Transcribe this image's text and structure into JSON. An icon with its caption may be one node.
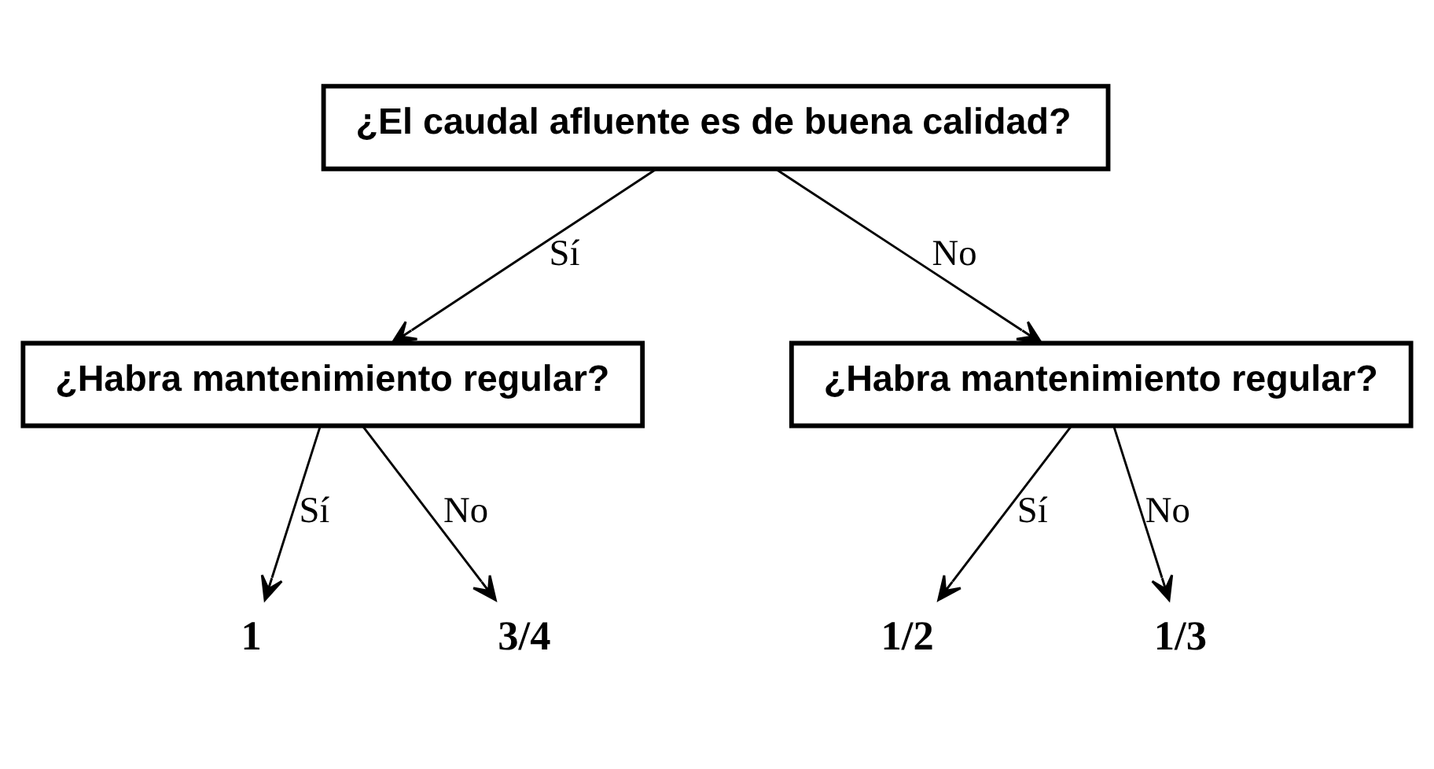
{
  "diagram": {
    "nodes": [
      {
        "text": [
          "¿El caudal afluente es de buena calidad?"
        ]
      },
      {
        "text": [
          "¿Habra mantenimiento regular?"
        ]
      },
      {
        "text": [
          "¿Habra mantenimiento regular?"
        ]
      },
      {
        "text": [
          "1"
        ]
      },
      {
        "text": [
          "3/4"
        ]
      },
      {
        "text": [
          "1/2"
        ]
      },
      {
        "text": [
          "1/3"
        ]
      }
    ],
    "edges": [
      {
        "from": 0,
        "to": 1,
        "arrow": "to",
        "label": "Sí"
      },
      {
        "from": 0,
        "to": 2,
        "arrow": "to",
        "label": "No"
      },
      {
        "from": 1,
        "to": 3,
        "arrow": "to",
        "label": "Sí"
      },
      {
        "from": 1,
        "to": 4,
        "arrow": "to",
        "label": "No"
      },
      {
        "from": 2,
        "to": 5,
        "arrow": "to",
        "label": "Sí"
      },
      {
        "from": 2,
        "to": 6,
        "arrow": "to",
        "label": "No"
      }
    ]
  }
}
